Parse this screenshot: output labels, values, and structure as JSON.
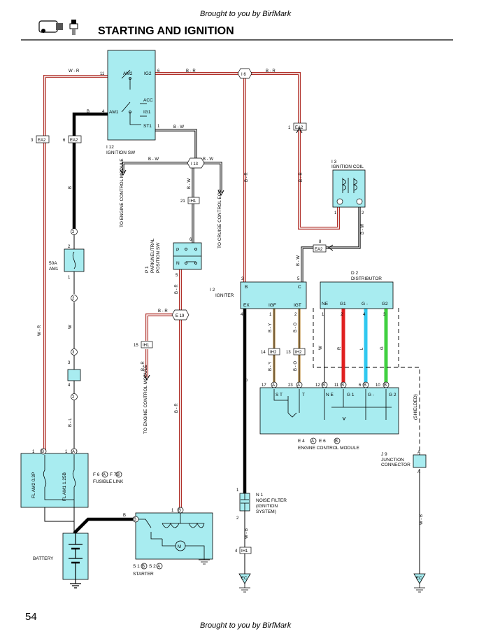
{
  "header": {
    "credit_top": "Brought to you by BirfMark",
    "title": "STARTING AND IGNITION",
    "icon": "starter-and-spark-plug-icon"
  },
  "footer": {
    "page_number": "54",
    "credit_bottom": "Brought to you by BirfMark"
  },
  "colors": {
    "cyan_box": "#a8ecf0",
    "wire_w_r": "#b0302a",
    "wire_b_r": "#b0302a",
    "wire_black": "#000000",
    "wire_red": "#e02020",
    "wire_blue": "#30c8f0",
    "wire_green": "#40d040",
    "wire_tan": "#c8a060"
  },
  "components": {
    "ignition_sw": {
      "code": "I 12",
      "name": "IGNITION SW",
      "pins": [
        "AM2",
        "IG2",
        "ACC",
        "IG1",
        "AM1",
        "ST1"
      ],
      "pin_nums": [
        "11",
        "6",
        "4",
        "1"
      ]
    },
    "ignition_coil": {
      "code": "I 3",
      "name": "IGNITION COIL",
      "pin_nums": [
        "1",
        "2"
      ]
    },
    "distributor": {
      "code": "D 2",
      "name": "DISTRIBUTOR",
      "pins": [
        "NE",
        "G1",
        "G -",
        "G2"
      ],
      "pin_nums": [
        "1",
        "2",
        "4",
        "3"
      ]
    },
    "igniter": {
      "code": "I 2",
      "name": "IGNITER",
      "pins": [
        "B",
        "C",
        "EX",
        "IGF",
        "IGT"
      ],
      "pin_nums": [
        "3",
        "5",
        "4",
        "1",
        "2"
      ]
    },
    "park_neutral": {
      "code": "P 1",
      "name1": "PARK/NEUTRAL",
      "name2": "POSITION SW",
      "pins": [
        "P",
        "N"
      ],
      "pin_nums": [
        "6",
        "5"
      ]
    },
    "ecm": {
      "code1": "E 4",
      "code2": "E 6",
      "c1": "A",
      "c2": "B",
      "name": "ENGINE CONTROL MODULE",
      "pins": [
        "S T",
        "T",
        "N E",
        "G 1",
        "G -",
        "G 2"
      ],
      "pin_nums": [
        "17",
        "23",
        "12",
        "11",
        "6",
        "10"
      ],
      "conn": [
        "A",
        "A",
        "B",
        "B",
        "B",
        "B"
      ]
    },
    "noise_filter": {
      "code": "N 1",
      "name1": "NOISE FILTER",
      "name2": "(IGNITION",
      "name3": "SYSTEM)"
    },
    "junction": {
      "code": "J 9",
      "name1": "JUNCTION",
      "name2": "CONNECTOR",
      "pins": [
        "A",
        "A"
      ]
    },
    "fusible_link": {
      "code1": "F 6",
      "code2": "F 7",
      "c1": "A",
      "c2": "B",
      "name": "FUSIBLE LINK",
      "fuse1": "FL AM2 0.3P",
      "fuse2": "FL AM1 1.25B",
      "pins": [
        "1",
        "B",
        "1",
        "A"
      ]
    },
    "fuse_am1": {
      "rating": "50A",
      "name": "AM1",
      "pins": [
        "2",
        "1"
      ]
    },
    "starter": {
      "code1": "S 1",
      "code2": "S 2",
      "c1": "B",
      "c2": "A",
      "name": "STARTER",
      "pins": [
        "1",
        "B",
        "1",
        "B"
      ]
    },
    "battery": {
      "name": "BATTERY"
    }
  },
  "connectors": {
    "ea2_left": {
      "label": "EA2",
      "pin": "3"
    },
    "ea2_mid": {
      "label": "EA2",
      "pin": "6"
    },
    "ea2_coil": {
      "label": "EA2",
      "pin": "1"
    },
    "ea2_igniter": {
      "label": "EA2",
      "pin": "8"
    },
    "i6": "I 6",
    "i13": "I 13",
    "e19": "E 19",
    "ih1_a": {
      "label": "IH1",
      "pin": "21"
    },
    "ih1_b": {
      "label": "IH1",
      "pin": "15"
    },
    "ih1_c": {
      "label": "IH1",
      "pin": "4"
    },
    "ih2_a": {
      "label": "IH2",
      "pin": "14"
    },
    "ih2_b": {
      "label": "IH2",
      "pin": "13"
    },
    "ec_left": "EC",
    "ec_right": "EC"
  },
  "wire_labels": {
    "w_r": "W - R",
    "b_r": "B - R",
    "b": "B",
    "b_w": "B - W",
    "w": "W",
    "b_l": "B - L",
    "b_y": "B - Y",
    "b_o": "B - O",
    "r": "R",
    "l": "L",
    "g": "G",
    "w_b": "W - B"
  },
  "pin_labels": {
    "n2": "2",
    "n1": "1",
    "n3": "3",
    "n4": "4",
    "n5": "5",
    "n6": "6",
    "n8": "8",
    "n11": "11",
    "n12": "12",
    "n17": "17",
    "n23": "23",
    "n10": "10",
    "n21": "21",
    "n14": "14",
    "n13": "13",
    "n15": "15"
  },
  "annotations": {
    "to_ecm_1": "TO ENGINE CONTROL MODULE",
    "to_cruise": "TO CRUISE CONTROL ECU",
    "to_ecm_2": "TO ENGINE CONTROL MODULE",
    "shielded": "(SHIELDED)"
  }
}
